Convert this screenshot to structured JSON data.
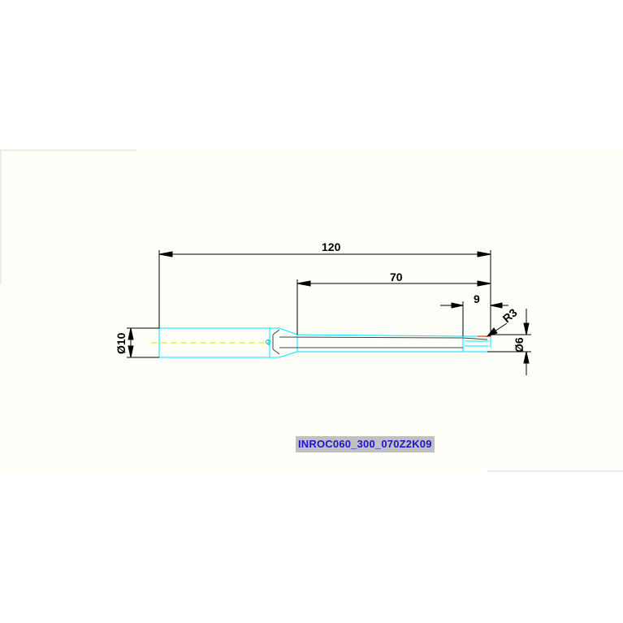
{
  "drawing": {
    "part_number": "INROC060_300_070Z2K09",
    "dimensions": {
      "overall_length": "120",
      "flute_region_length": "70",
      "cut_length": "9",
      "corner_radius": "R3",
      "shank_diameter": "Ø10",
      "cutting_diameter": "Ø6"
    }
  },
  "colors": {
    "background": "#ffffff",
    "drawing_area": "#fdfff8",
    "outline": "#00e5ff",
    "center_line": "#e8e800",
    "dimension_line": "#000000",
    "radius_line": "#ff0000",
    "label_text": "#1a14d6",
    "label_bg": "#c0c0c0"
  }
}
